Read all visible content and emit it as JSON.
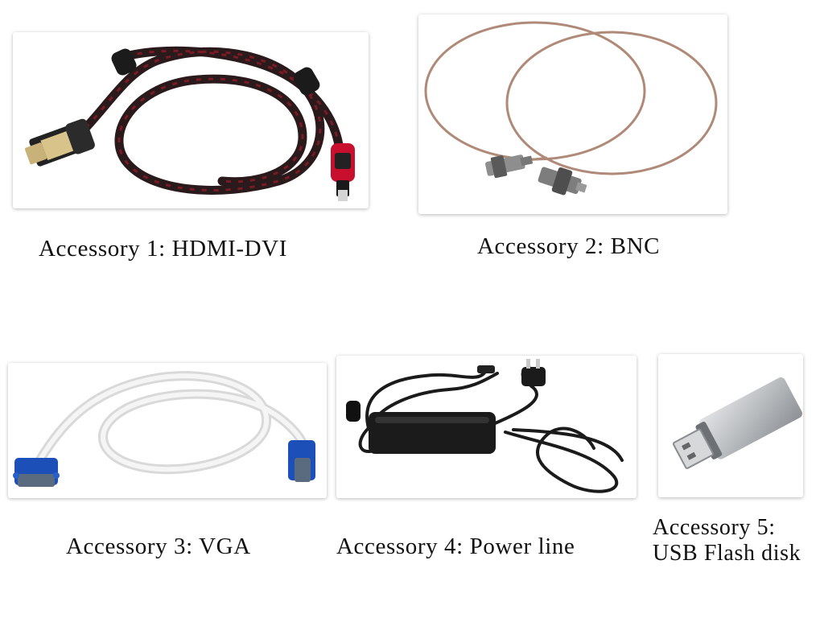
{
  "accessories": [
    {
      "caption": "Accessory 1: HDMI-DVI",
      "icon": "hdmi-dvi-cable-photo"
    },
    {
      "caption": "Accessory 2: BNC",
      "icon": "bnc-cable-photo"
    },
    {
      "caption": "Accessory 3: VGA",
      "icon": "vga-cable-photo"
    },
    {
      "caption": "Accessory 4: Power line",
      "icon": "power-adapter-photo"
    },
    {
      "caption_line1": "Accessory 5:",
      "caption_line2": "USB Flash disk",
      "icon": "usb-flash-disk-photo"
    }
  ],
  "colors": {
    "hdmi_cable": "#2a1a1c",
    "hdmi_red": "#c8102e",
    "bnc_cable": "#b08a78",
    "vga_cable": "#eeeeee",
    "vga_blue": "#1d4fb8",
    "power_black": "#1b1b1b",
    "usb_silver": "#b9bcbf"
  }
}
